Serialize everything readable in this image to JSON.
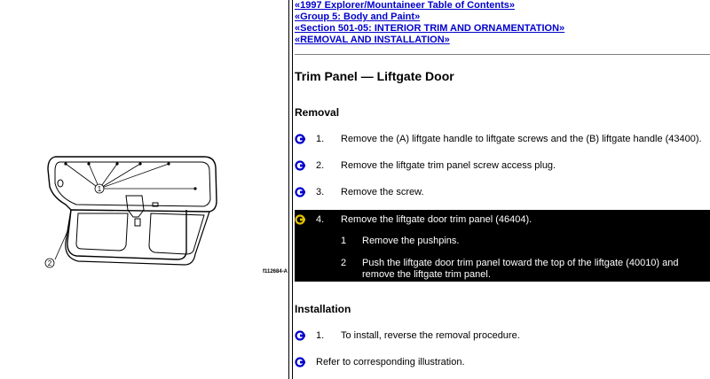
{
  "breadcrumbs": [
    "«1997 Explorer/Mountaineer Table of Contents»",
    "«Group 5: Body and Paint»",
    "«Section 501-05: INTERIOR TRIM AND ORNAMENTATION»",
    "«REMOVAL AND INSTALLATION»"
  ],
  "title": "Trim Panel — Liftgate Door",
  "removal": {
    "heading": "Removal",
    "steps": [
      {
        "num": "1.",
        "text": "Remove the (A) liftgate handle to liftgate screws and the (B) liftgate handle (43400)."
      },
      {
        "num": "2.",
        "text": "Remove the liftgate trim panel screw access plug."
      },
      {
        "num": "3.",
        "text": "Remove the screw."
      },
      {
        "num": "4.",
        "text": "Remove the liftgate door trim panel (46404)."
      }
    ],
    "substeps": [
      {
        "num": "1",
        "text": "Remove the pushpins."
      },
      {
        "num": "2",
        "text": "Push the liftgate door trim panel toward the top of the liftgate (40010) and remove the liftgate trim panel."
      }
    ]
  },
  "installation": {
    "heading": "Installation",
    "steps": [
      {
        "num": "1.",
        "text": "To install, reverse the removal procedure."
      }
    ],
    "note": "Refer to corresponding illustration."
  },
  "figure": {
    "callout_1": "1",
    "callout_2": "2",
    "ref_code": "f112684-A"
  },
  "colors": {
    "link": "#0000cc",
    "bullet": "#0000cc",
    "highlight": "#000000",
    "highlight_bullet": "#e0c000"
  }
}
